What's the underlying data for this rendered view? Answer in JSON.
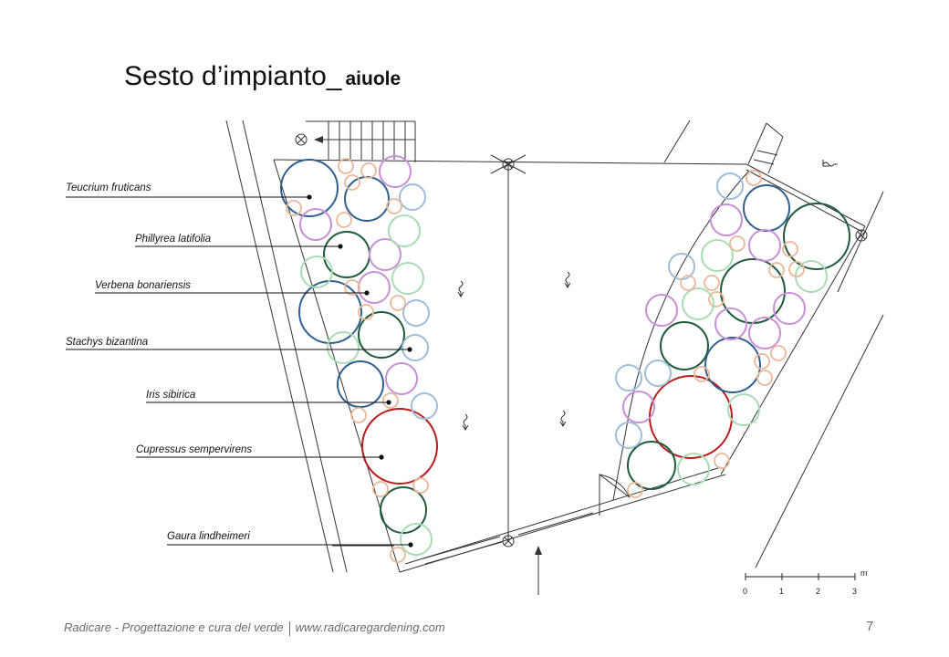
{
  "header": {
    "title": "Sesto d’impianto_",
    "subtitle": "aiuole"
  },
  "legend": [
    {
      "label": "Teucrium fruticans",
      "color": "#2f5f8f"
    },
    {
      "label": "Phillyrea latifolia",
      "color": "#1f5b3a"
    },
    {
      "label": "Verbena bonariensis",
      "color": "#c98fd6"
    },
    {
      "label": "Stachys bizantina",
      "color": "#9fbddb"
    },
    {
      "label": "Iris sibirica",
      "color": "#e9b89a"
    },
    {
      "label": "Cupressus sempervirens",
      "color": "#b81c1c"
    },
    {
      "label": "Gaura lindheimeri",
      "color": "#a9dcb3"
    }
  ],
  "scale": {
    "unit": "m",
    "ticks": [
      "0",
      "1",
      "2",
      "3"
    ]
  },
  "footer": {
    "company": "Radicare - Progettazione e cura del verde",
    "website": "www.radicaregardening.com",
    "page": "7"
  }
}
